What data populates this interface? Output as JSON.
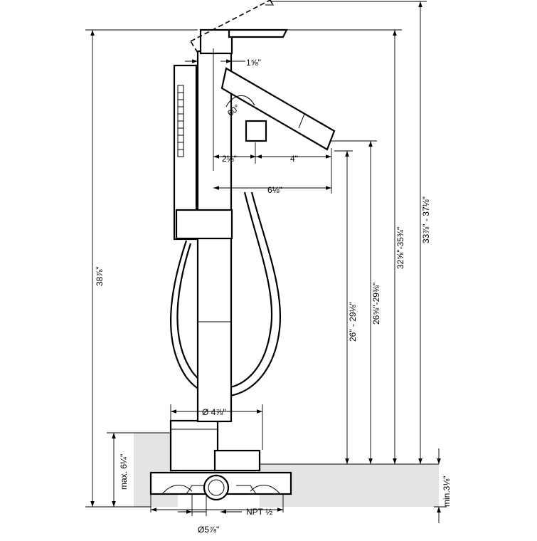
{
  "colors": {
    "line": "#000000",
    "floor": "#e4e4e4",
    "background": "#ffffff"
  },
  "dimensions": {
    "spout_offset": "1⅝\"",
    "spout_angle": "60°",
    "horizontal_a": "2⅛\"",
    "horizontal_b": "4\"",
    "horizontal_total": "6⅛\"",
    "total_height": "38⅞\"",
    "spout_height_a": "26\" - 29⅛\"",
    "spout_height_b": "26⅝\"-29⅜\"",
    "height_c": "32⅝\"-35¾\"",
    "height_d": "33⅞\" - 37⅛\"",
    "base_diameter": "Ø 4⅞\"",
    "rough_max": "max. 6¼\"",
    "floor_min": "min.3⅛\"",
    "npt": "NPT ½",
    "rough_diameter": "Ø5⅞\""
  }
}
